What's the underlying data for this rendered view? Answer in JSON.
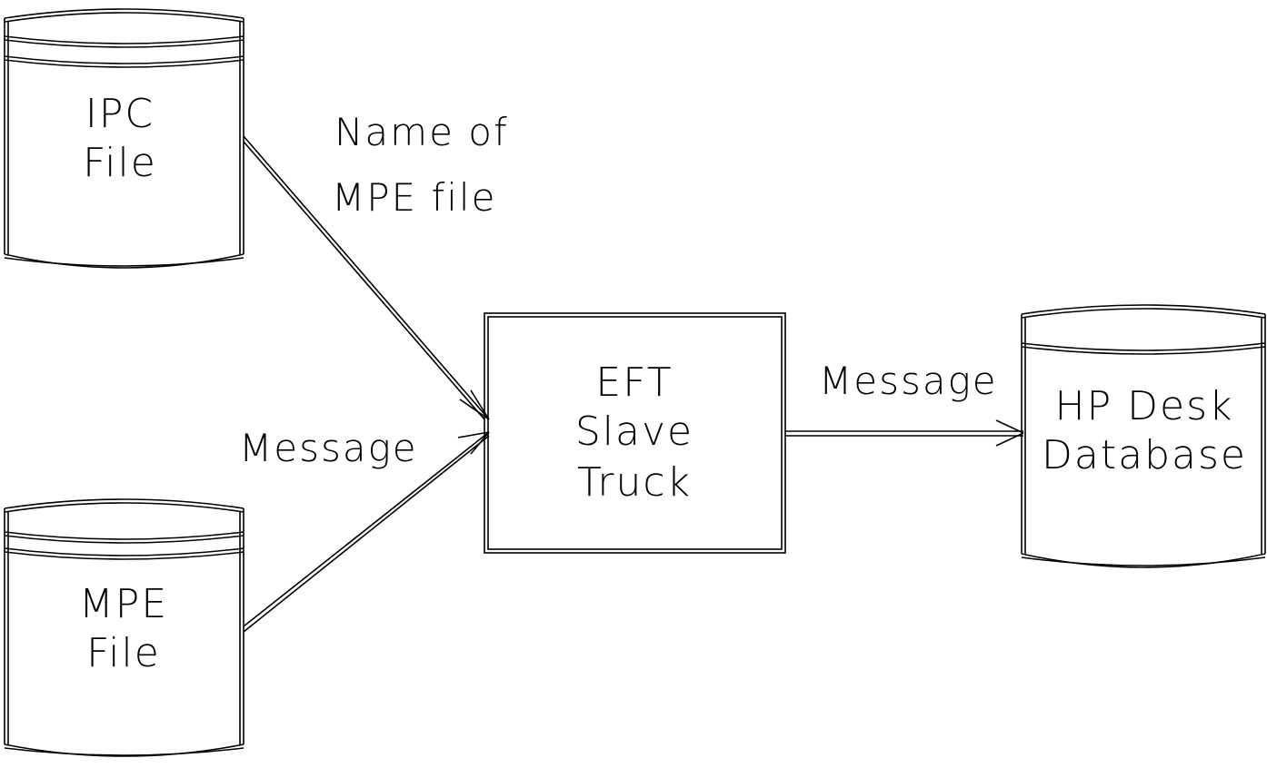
{
  "nodes": {
    "ipc_file": {
      "line1": "IPC",
      "line2": "File"
    },
    "mpe_file": {
      "line1": "MPE",
      "line2": "File"
    },
    "eft_slave_truck": {
      "line1": "EFT",
      "line2": "Slave",
      "line3": "Truck"
    },
    "hp_desk_database": {
      "line1": "HP Desk",
      "line2": "Database"
    }
  },
  "edges": {
    "ipc_to_eft": {
      "line1": "Name of",
      "line2": "MPE file"
    },
    "mpe_to_eft": {
      "label": "Message"
    },
    "eft_to_hpdesk": {
      "label": "Message"
    }
  }
}
